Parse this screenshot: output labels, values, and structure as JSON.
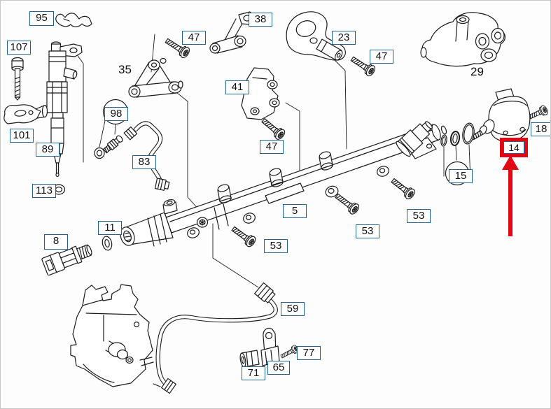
{
  "colors": {
    "background": "#fdfdfd",
    "line_art": "#1a1a1a",
    "callout_border": "#1f6391",
    "highlight_red": "#e30613"
  },
  "callouts": {
    "n95": "95",
    "n107": "107",
    "n101": "101",
    "n89": "89",
    "n113": "113",
    "n98": "98",
    "n83": "83",
    "n47a": "47",
    "n38": "38",
    "n41": "41",
    "n47b": "47",
    "n23": "23",
    "n47c": "47",
    "n5": "5",
    "n53a": "53",
    "n53b": "53",
    "n53c": "53",
    "n8": "8",
    "n11": "11",
    "n15": "15",
    "n18": "18",
    "n14": "14",
    "n59": "59",
    "n71": "71",
    "n65": "65",
    "n77": "77"
  },
  "plain_labels": {
    "n35": "35",
    "n29": "29"
  }
}
